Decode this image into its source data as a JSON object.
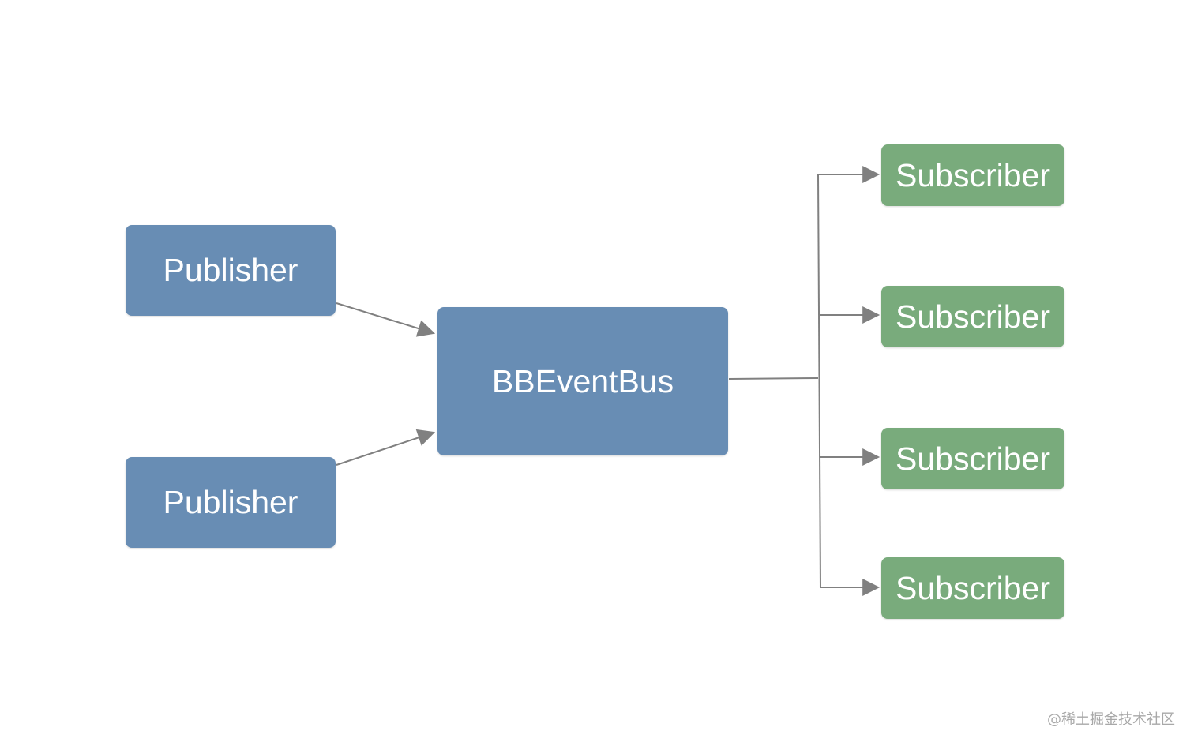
{
  "diagram": {
    "colors": {
      "publisher_fill": "#688db4",
      "bus_fill": "#688db4",
      "subscriber_fill": "#79ab7c",
      "connector": "#808080",
      "text": "#ffffff"
    },
    "publishers": [
      {
        "label": "Publisher"
      },
      {
        "label": "Publisher"
      }
    ],
    "bus": {
      "label": "BBEventBus"
    },
    "subscribers": [
      {
        "label": "Subscriber"
      },
      {
        "label": "Subscriber"
      },
      {
        "label": "Subscriber"
      },
      {
        "label": "Subscriber"
      }
    ],
    "edges": [
      {
        "from": "publisher-1",
        "to": "bbeventbus"
      },
      {
        "from": "publisher-2",
        "to": "bbeventbus"
      },
      {
        "from": "bbeventbus",
        "to": "subscriber-1"
      },
      {
        "from": "bbeventbus",
        "to": "subscriber-2"
      },
      {
        "from": "bbeventbus",
        "to": "subscriber-3"
      },
      {
        "from": "bbeventbus",
        "to": "subscriber-4"
      }
    ]
  },
  "watermark": "@稀土掘金技术社区"
}
